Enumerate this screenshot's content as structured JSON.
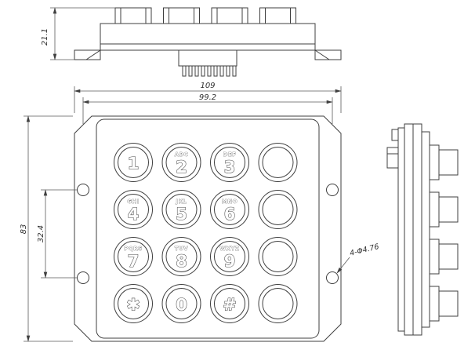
{
  "colors": {
    "line": "#3f3f3f",
    "text": "#2e2e2e",
    "background": "#ffffff"
  },
  "dimensions": {
    "side_height": "21.1",
    "overall_width": "109",
    "hole_span_width": "99.2",
    "overall_height": "83",
    "hole_span_height": "32.4",
    "hole_callout": "4-Φ4.76"
  },
  "keypad": {
    "rows": 4,
    "cols": 4,
    "buttons": [
      {
        "digit": "1",
        "letters": ""
      },
      {
        "digit": "2",
        "letters": "ABC"
      },
      {
        "digit": "3",
        "letters": "DEF"
      },
      {
        "digit": "",
        "letters": ""
      },
      {
        "digit": "4",
        "letters": "GHI"
      },
      {
        "digit": "5",
        "letters": "JKL"
      },
      {
        "digit": "6",
        "letters": "MNO"
      },
      {
        "digit": "",
        "letters": ""
      },
      {
        "digit": "7",
        "letters": "PQRS"
      },
      {
        "digit": "8",
        "letters": "TUV"
      },
      {
        "digit": "9",
        "letters": "WXYZ"
      },
      {
        "digit": "",
        "letters": ""
      },
      {
        "digit": "✱",
        "letters": ""
      },
      {
        "digit": "0",
        "letters": ""
      },
      {
        "digit": "#",
        "letters": ""
      },
      {
        "digit": "",
        "letters": ""
      }
    ]
  }
}
